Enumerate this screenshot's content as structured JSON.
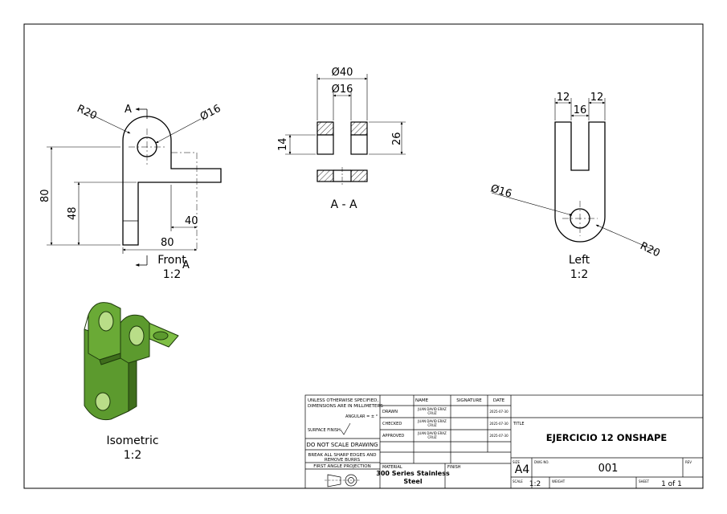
{
  "views": {
    "front": {
      "label": "Front",
      "scale": "1:2",
      "section_marker": "A",
      "dims": {
        "radius": "R20",
        "hole": "Ø16",
        "height_total": "80",
        "height_mid": "48",
        "offset": "40",
        "width_total": "80"
      }
    },
    "section": {
      "label": "A - A",
      "dims": {
        "outer": "Ø40",
        "inner": "Ø16",
        "slot": "14",
        "thickness": "26"
      }
    },
    "left": {
      "label": "Left",
      "scale": "1:2",
      "dims": {
        "left_w": "12",
        "slot_w": "16",
        "right_w": "12",
        "hole": "Ø16",
        "radius": "R20"
      }
    },
    "isometric": {
      "label": "Isometric",
      "scale": "1:2"
    }
  },
  "title_block": {
    "notes": {
      "unless": "UNLESS OTHERWISE SPECIFIED,",
      "dims_mm": "DIMENSIONS ARE IN MILLIMETERS",
      "angular": "ANGULAR = ± °",
      "surface": "SURFACE FINISH",
      "do_not_scale": "DO NOT SCALE DRAWING",
      "break_1": "BREAK ALL SHARP EDGES AND",
      "break_2": "REMOVE BURRS",
      "projection": "FIRST ANGLE PROJECTION"
    },
    "headers": {
      "name": "NAME",
      "signature": "SIGNATURE",
      "date": "DATE"
    },
    "rows": [
      {
        "role": "DRAWN",
        "name_1": "JUAN DAVID ERAZ",
        "name_2": "CRUZ",
        "date": "2025-07-30"
      },
      {
        "role": "CHECKED",
        "name_1": "JUAN DAVID ERAZ",
        "name_2": "CRUZ",
        "date": "2025-07-30"
      },
      {
        "role": "APPROVED",
        "name_1": "JUAN DAVID ERAZ",
        "name_2": "CRUZ",
        "date": "2025-07-30"
      }
    ],
    "material_label": "MATERIAL",
    "material_1": "300 Series Stainless",
    "material_2": "Steel",
    "finish_label": "FINISH",
    "title_label": "TITLE",
    "title": "EJERCICIO 12 ONSHAPE",
    "size_label": "SIZE",
    "size": "A4",
    "dwg_label": "DWG NO.",
    "dwg_no": "001",
    "rev_label": "REV",
    "scale_label": "SCALE",
    "scale": "1:2",
    "weight_label": "WEIGHT",
    "sheet_label": "SHEET",
    "sheet": "1 of 1"
  },
  "colors": {
    "part_green": "#5c9a2e",
    "part_dark": "#3f6e1c",
    "part_light": "#7fbf45",
    "line": "#000000"
  }
}
